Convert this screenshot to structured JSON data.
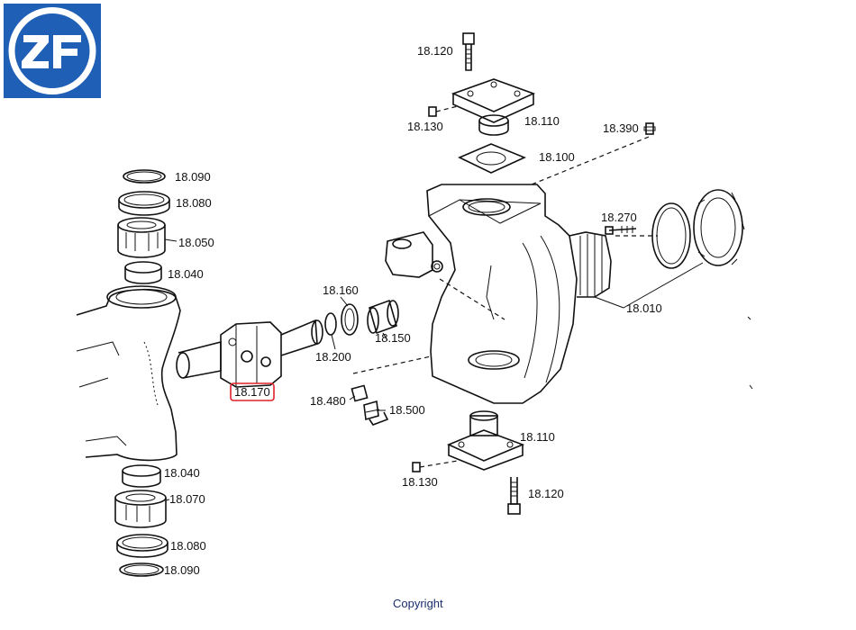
{
  "logo": {
    "text": "ZF",
    "color": "#1f5fb5"
  },
  "highlight_color": "#e0202a",
  "parts": [
    {
      "id": "lbl-18120-top",
      "label": "18.120"
    },
    {
      "id": "lbl-18110-top",
      "label": "18.110"
    },
    {
      "id": "lbl-18130-top",
      "label": "18.130"
    },
    {
      "id": "lbl-18390",
      "label": "18.390"
    },
    {
      "id": "lbl-18100",
      "label": "18.100"
    },
    {
      "id": "lbl-18090-top",
      "label": "18.090"
    },
    {
      "id": "lbl-18080-top",
      "label": "18.080"
    },
    {
      "id": "lbl-18050",
      "label": "18.050"
    },
    {
      "id": "lbl-18040-top",
      "label": "18.040"
    },
    {
      "id": "lbl-18270",
      "label": "18.270"
    },
    {
      "id": "lbl-18160",
      "label": "18.160"
    },
    {
      "id": "lbl-18150",
      "label": "18.150"
    },
    {
      "id": "lbl-18010",
      "label": "18.010"
    },
    {
      "id": "lbl-18200",
      "label": "18.200"
    },
    {
      "id": "lbl-18170",
      "label": "18.170"
    },
    {
      "id": "lbl-18480",
      "label": "18.480"
    },
    {
      "id": "lbl-18500",
      "label": "18.500"
    },
    {
      "id": "lbl-18110-bot",
      "label": "18.110"
    },
    {
      "id": "lbl-18040-bot",
      "label": "18.040"
    },
    {
      "id": "lbl-18070",
      "label": "18.070"
    },
    {
      "id": "lbl-18130-bot",
      "label": "18.130"
    },
    {
      "id": "lbl-18120-bot",
      "label": "18.120"
    },
    {
      "id": "lbl-18080-bot",
      "label": "18.080"
    },
    {
      "id": "lbl-18090-bot",
      "label": "18.090"
    }
  ],
  "footer": {
    "copyright": "Copyright"
  }
}
